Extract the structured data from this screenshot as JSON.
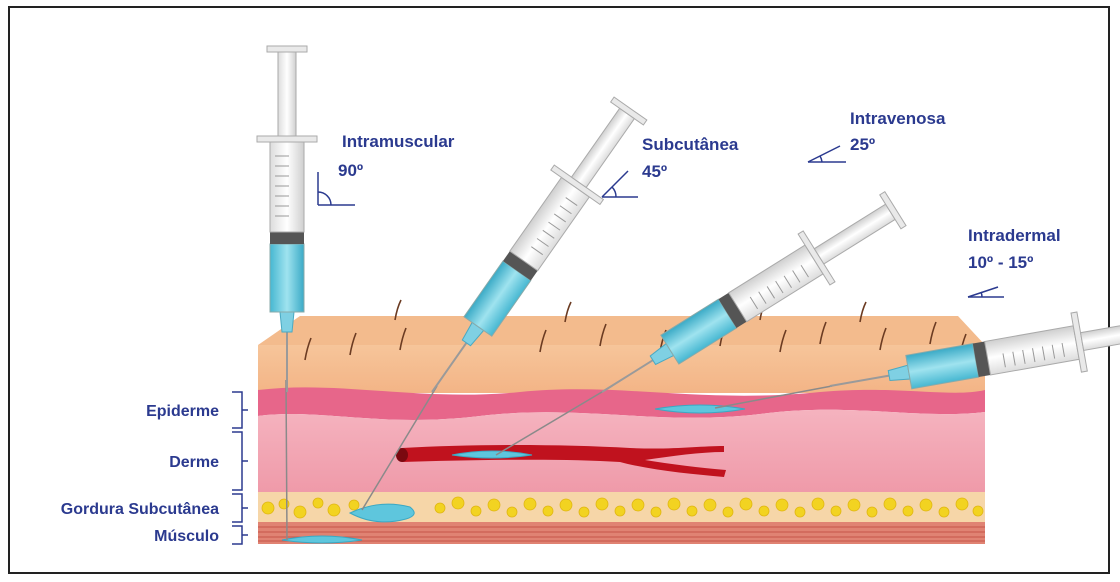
{
  "injections": [
    {
      "name": "Intramuscular",
      "angle": "90º"
    },
    {
      "name": "Subcutânea",
      "angle": "45º"
    },
    {
      "name": "Intravenosa",
      "angle": "25º"
    },
    {
      "name": "Intradermal",
      "angle": "10º - 15º"
    }
  ],
  "layers": [
    {
      "name": "Epiderme"
    },
    {
      "name": "Derme"
    },
    {
      "name": "Gordura Subcutânea"
    },
    {
      "name": "Músculo"
    }
  ],
  "colors": {
    "label": "#2b3a8f",
    "skin_surface": "#f6c79c",
    "epidermis": "#e86b8f",
    "dermis": "#f3a9b6",
    "fat": "#f7d8a4",
    "fat_cells": "#f2d321",
    "muscle": "#d9695e",
    "liquid": "#5ec6dd",
    "vein": "#c0121e"
  }
}
